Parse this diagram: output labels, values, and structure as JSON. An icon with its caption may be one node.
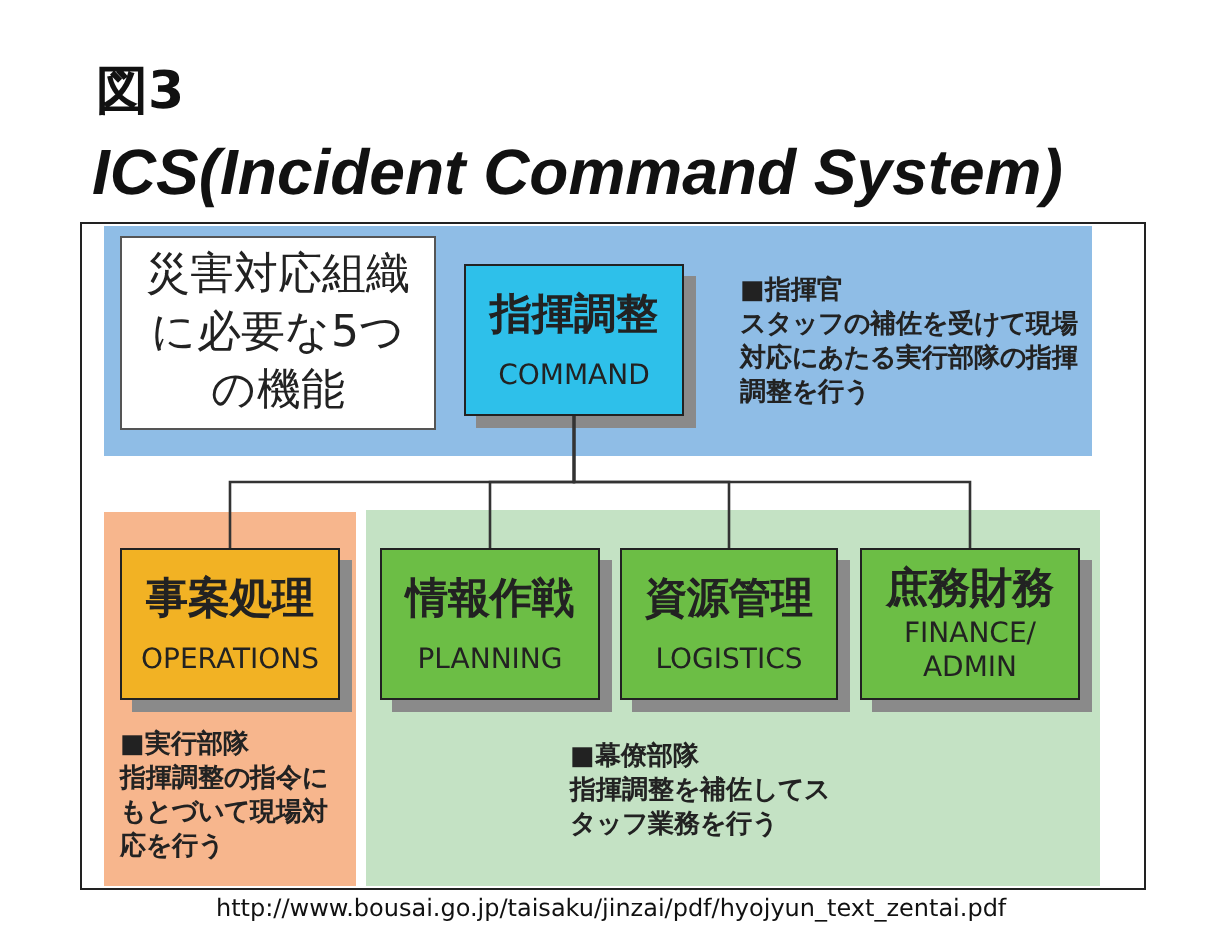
{
  "diagram": {
    "title": "ICS(Incident Command System)",
    "nodes": [
      {
        "text": [
          "■指揮官",
          "スタッフの補佐を受けて現場対応にあたる実行部隊の指揮調整を行う"
        ]
      },
      {
        "text": [
          "災害対応組織に必要な5つの機能"
        ],
        "in": 0
      },
      {
        "text": [
          "指揮調整",
          "COMMAND"
        ],
        "in": 0
      },
      {
        "text": [
          "■実行部隊",
          "指揮調整の指令にもとづいて現場対応を行う"
        ]
      },
      {
        "text": [
          "事案処理",
          "OPERATIONS"
        ],
        "in": 3
      },
      {
        "text": [
          "■幕僚部隊",
          "指揮調整を補佐してスタッフ業務を行う"
        ]
      },
      {
        "text": [
          "情報作戦",
          "PLANNING"
        ],
        "in": 5
      },
      {
        "text": [
          "資源管理",
          "LOGISTICS"
        ],
        "in": 5
      },
      {
        "text": [
          "庶務財務",
          "FINANCE/ ADMIN"
        ],
        "in": 5
      }
    ],
    "edges": [
      {
        "from": 2,
        "to": 4,
        "arrow": "none"
      },
      {
        "from": 2,
        "to": 6,
        "arrow": "none"
      },
      {
        "from": 2,
        "to": 7,
        "arrow": "none"
      },
      {
        "from": 2,
        "to": 8,
        "arrow": "none"
      }
    ],
    "labels": [
      "図3",
      "http://www.bousai.go.jp/taisaku/jinzai/pdf/hyojyun_text_zentai.pdf"
    ]
  }
}
